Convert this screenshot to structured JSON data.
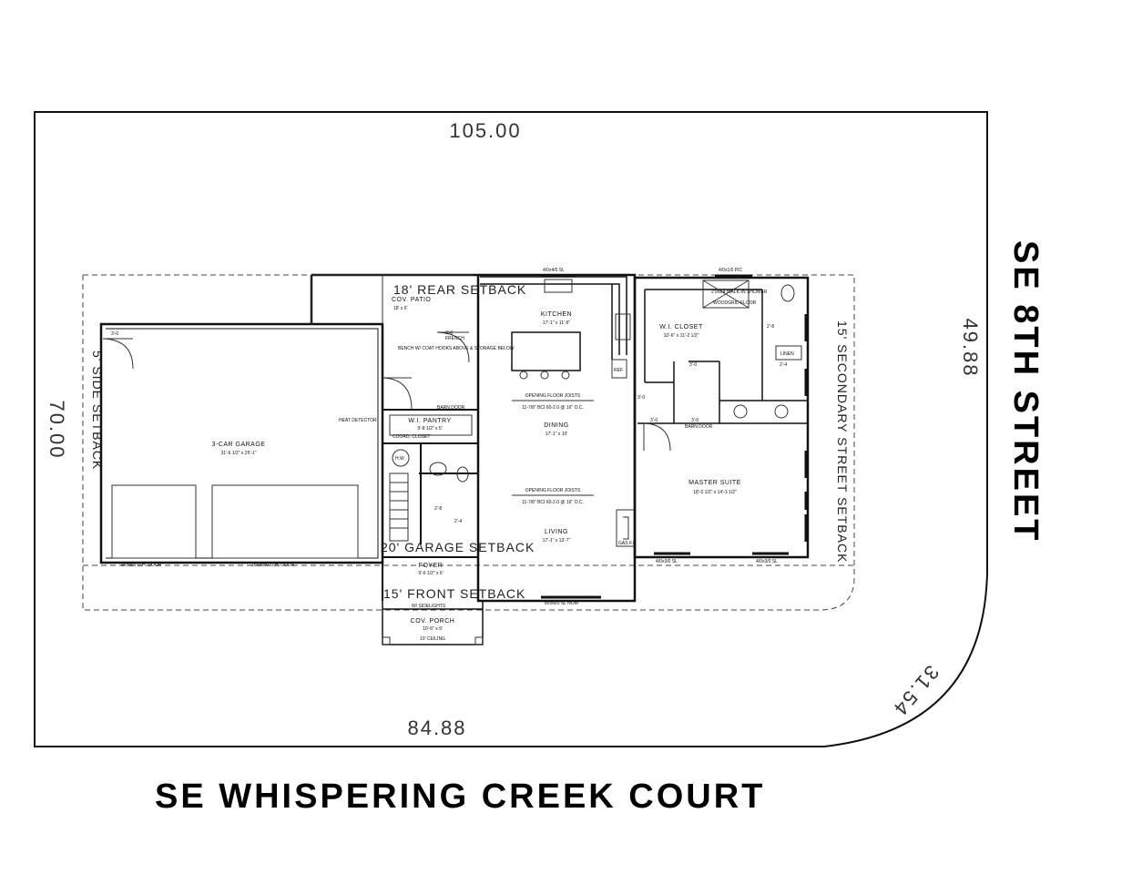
{
  "lot": {
    "dim_rear": "105.00",
    "dim_left": "70.00",
    "dim_right": "49.88",
    "dim_front": "84.88",
    "dim_corner": "31.54"
  },
  "streets": {
    "front": "SE WHISPERING CREEK COURT",
    "side": "SE 8TH STREET"
  },
  "setbacks": {
    "rear": "18' REAR SETBACK",
    "side": "5' SIDE SETBACK",
    "secondary": "15' SECONDARY STREET SETBACK",
    "garage": "20' GARAGE SETBACK",
    "front": "15' FRONT SETBACK"
  },
  "rooms": {
    "cov_patio": {
      "name": "COV. PATIO",
      "size": "18' x 6'"
    },
    "kitchen": {
      "name": "KITCHEN",
      "size": "17'-1\" x 11'-6\""
    },
    "dining": {
      "name": "DINING",
      "size": "17'-1\" x 10'"
    },
    "living": {
      "name": "LIVING",
      "size": "17'-1\" x 13'-7\""
    },
    "garage": {
      "name": "3-CAR GARAGE",
      "size": "31'-6 1/2\" x 25'-1\""
    },
    "pantry": {
      "name": "W.I. PANTRY",
      "size": "9'-8 1/2\" x 5'"
    },
    "closet": {
      "name": "W.I. CLOSET",
      "size": "10'-6\" x 11'-2 1/2\""
    },
    "master": {
      "name": "MASTER SUITE",
      "size": "18'-0 1/2\" x 14'-3 1/2\""
    },
    "foyer": {
      "name": "FOYER",
      "size": "9'-6 1/2\" x 6'"
    },
    "cov_porch": {
      "name": "COV. PORCH",
      "size": "10'-6\" x 9'",
      "note": "10' CEILING"
    }
  },
  "labels": {
    "door_3_0": "3'-0",
    "door_2_8": "2'-8",
    "door_2_4": "2'-4",
    "french": "FRENCH",
    "barn_door": "BARN DOOR",
    "bench": "BENCH W/ COAT HOOKS ABOVE & STORAGE BELOW",
    "heat_detector": "HEAT DETECTOR",
    "hw": "H.W.",
    "linen": "LINEN",
    "shower": "2'0x3'4 WALK-IN SHOWER",
    "wood_floor": "WOODGRID FLOOR",
    "ref": "REF",
    "gas_fp": "GAS F.P.",
    "sidelights": "W/ SIDELIGHTS",
    "opening1": "OPENING FLOOR JOISTS",
    "joists1": "11-7/8\" BCI 60-2.0 @ 16\" O.C.",
    "opening2": "OPENING FLOOR JOISTS",
    "joists2": "11-7/8\" BCI 60-2.0 @ 16\" O.C.",
    "coord_closet": "COORD. CLOSET",
    "rear_slider": "4/0x4/0 SL",
    "rear_pic": "4/0x1/0 PIC",
    "g_door1": "9/0x8/0 O.H. DOOR",
    "g_door2": "16/0x8/0 O.H. DOOR",
    "front_sl1": "4/0x3/0 SL",
    "front_sl2": "4/0x3/0 SL",
    "living_sl": "8/0x6/0 SL NOM"
  }
}
